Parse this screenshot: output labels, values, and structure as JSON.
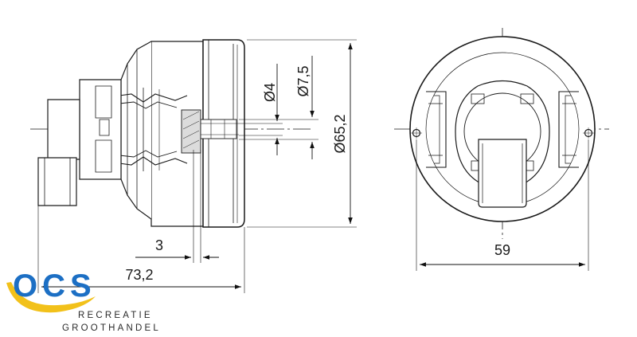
{
  "drawing": {
    "dimensions": {
      "bore_small": "Ø4",
      "bore_large": "Ø7,5",
      "outer_diameter": "Ø65,2",
      "flange_thickness": "3",
      "total_length": "73,2",
      "mount_width": "59"
    }
  },
  "logo": {
    "mark": "OCS",
    "line1": "RECREATIE",
    "line2": "GROOTHANDEL",
    "colors": {
      "blue": "#1c6fc4",
      "yellow": "#f2c11a",
      "text": "#2a2a2a"
    }
  }
}
